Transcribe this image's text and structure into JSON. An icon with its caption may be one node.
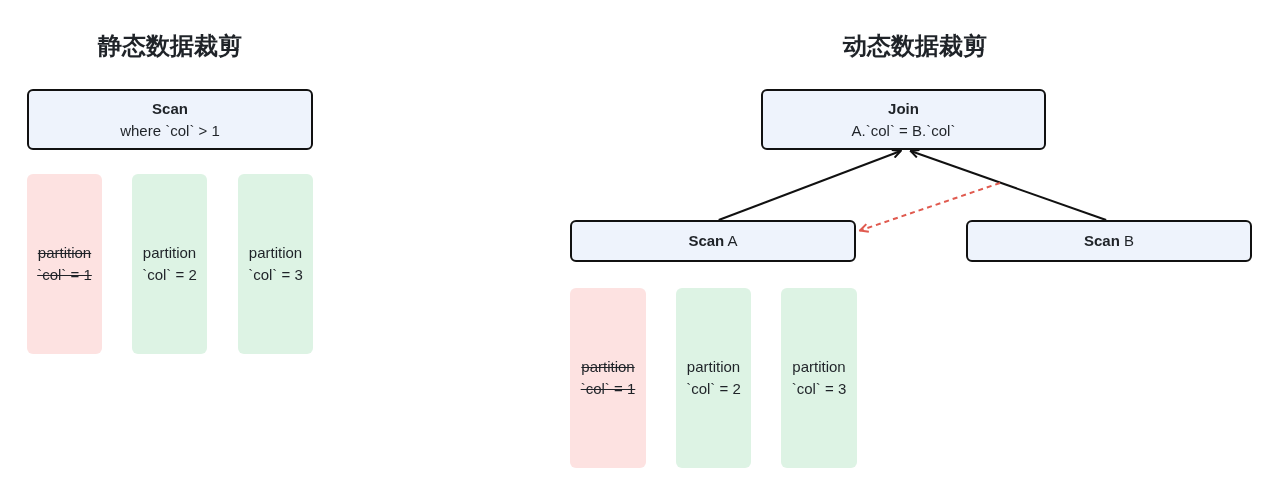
{
  "diagram": {
    "nodes": [
      {
        "text": [
          "Scan",
          "where `col` > 1"
        ]
      },
      {
        "text": [
          "partition `col` = 1"
        ]
      },
      {
        "text": [
          "partition `col` = 2"
        ]
      },
      {
        "text": [
          "partition `col` = 3"
        ]
      },
      {
        "text": [
          "Join",
          "A.`col` = B.`col`"
        ]
      },
      {
        "text": [
          "**Scan** A"
        ]
      },
      {
        "text": [
          "**Scan** B"
        ]
      },
      {
        "text": [
          "partition `col` = 1"
        ]
      },
      {
        "text": [
          "partition `col` = 2"
        ]
      },
      {
        "text": [
          "partition `col` = 3"
        ]
      }
    ],
    "edges": [
      {
        "from": 5,
        "to": 4,
        "arrow": "to"
      },
      {
        "from": 6,
        "to": 4,
        "arrow": "to"
      },
      {
        "from": null,
        "to": 5,
        "arrow": "to",
        "style": "dashed",
        "color": "#e05a4f"
      }
    ],
    "labels": [
      "静态数据裁剪",
      "动态数据裁剪"
    ]
  }
}
